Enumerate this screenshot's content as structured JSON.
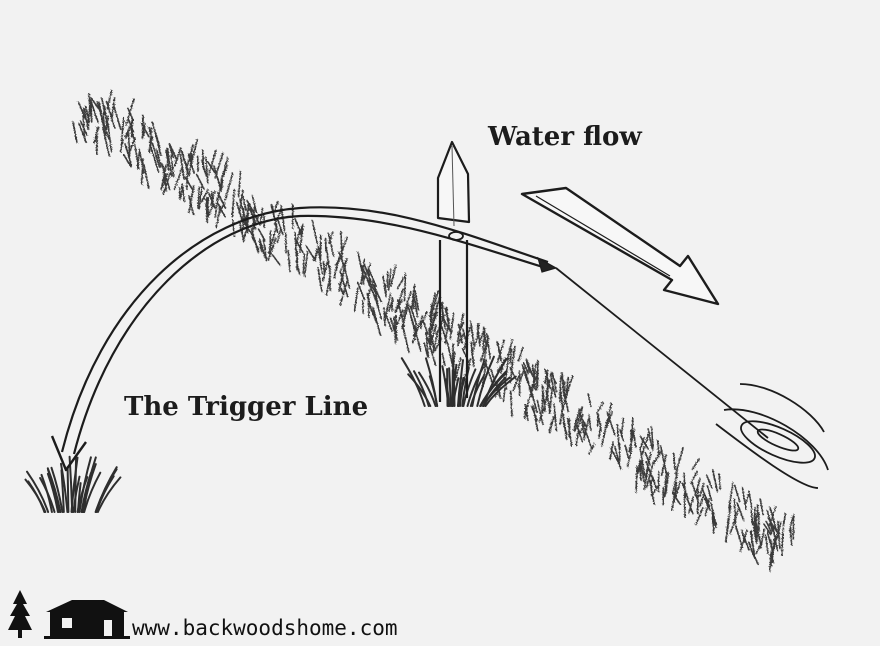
{
  "labels": {
    "water_flow": "Water flow",
    "trigger_line": "The Trigger Line"
  },
  "footer": {
    "url": "www.backwoodshome.com",
    "logo_icon": "cabin-tree-logo-icon"
  },
  "colors": {
    "background": "#f2f2f2",
    "ink": "#1c1c1c",
    "grass": "#3a3a3a"
  }
}
